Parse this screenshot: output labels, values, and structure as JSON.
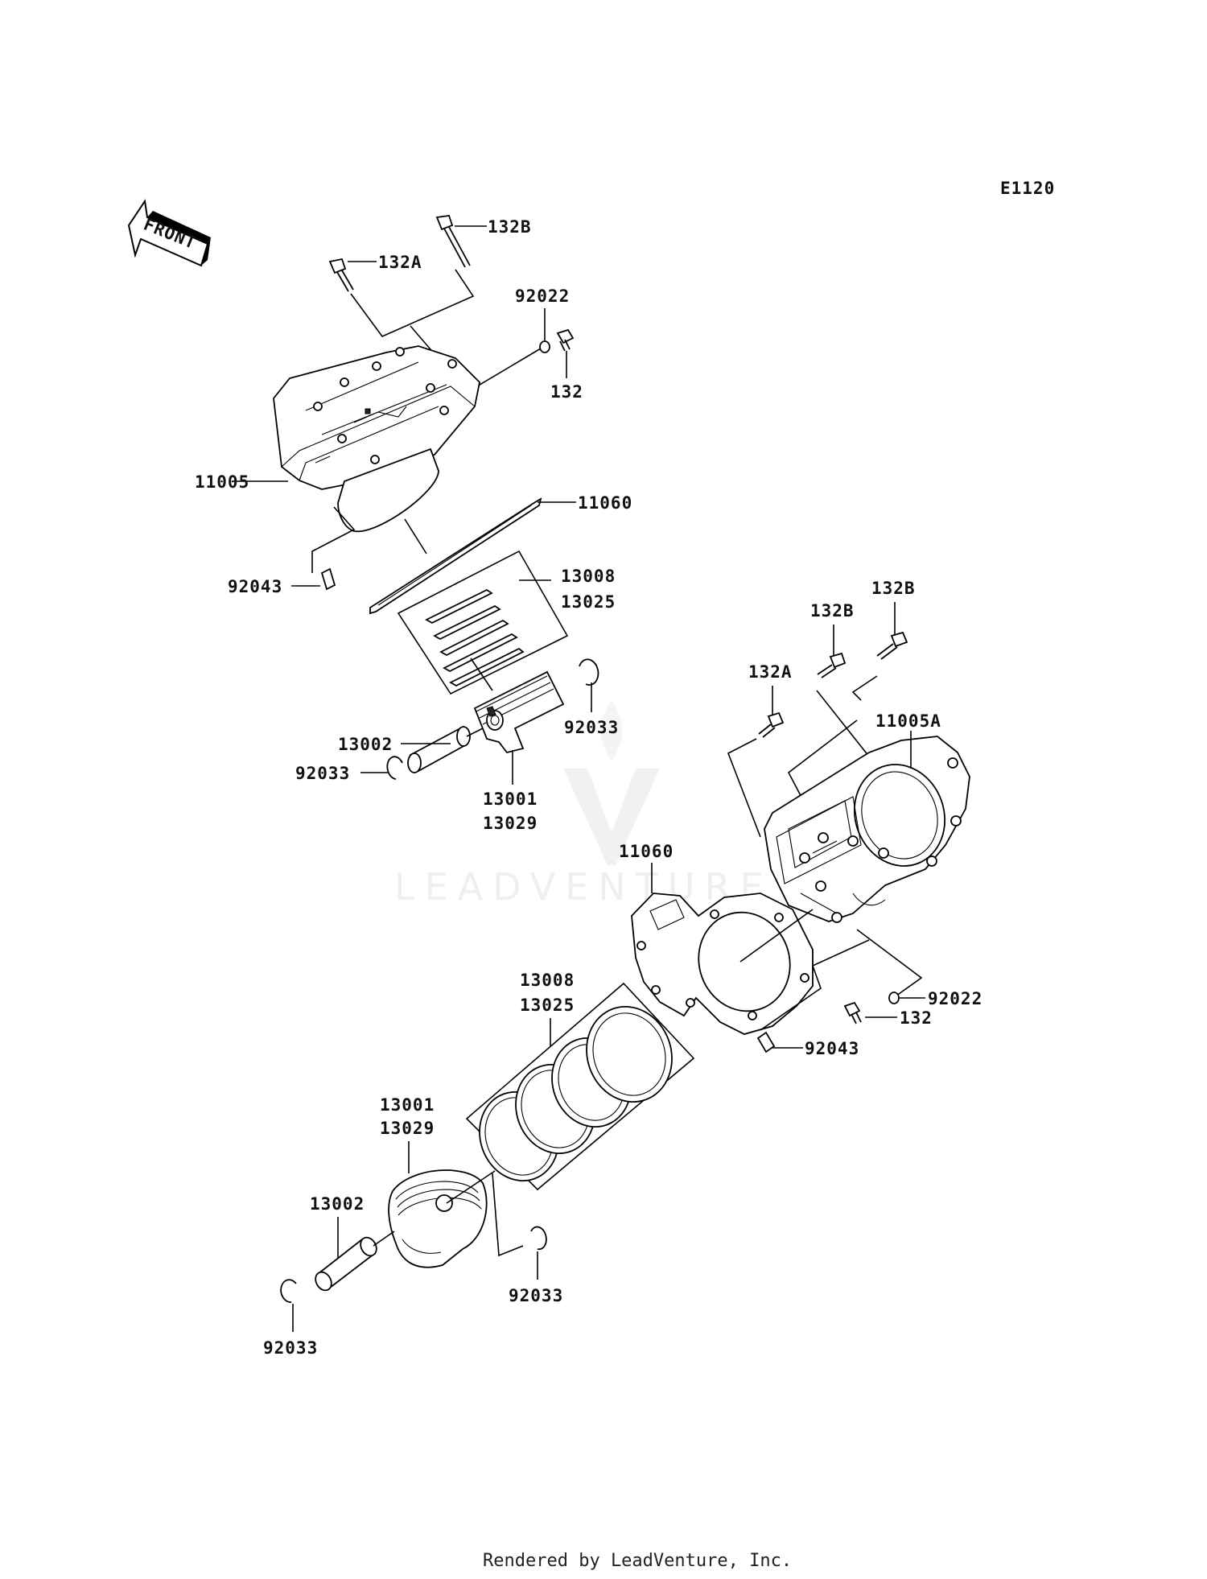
{
  "diagram": {
    "code": "E1120",
    "front_label": "FRONT",
    "watermark": "LEADVENTURE",
    "footer": "Rendered by LeadVenture, Inc.",
    "labels": {
      "upper_132B": "132B",
      "upper_132A": "132A",
      "upper_92022": "92022",
      "upper_132": "132",
      "upper_11005": "11005",
      "upper_11060": "11060",
      "upper_92043": "92043",
      "upper_13008": "13008",
      "upper_13025": "13025",
      "upper_92033_right": "92033",
      "upper_13002": "13002",
      "upper_92033_left": "92033",
      "upper_13001": "13001",
      "upper_13029": "13029",
      "lower_132B_right": "132B",
      "lower_132B_left": "132B",
      "lower_132A": "132A",
      "lower_11005A": "11005A",
      "lower_11060": "11060",
      "lower_92022": "92022",
      "lower_132": "132",
      "lower_92043": "92043",
      "lower_13008": "13008",
      "lower_13025": "13025",
      "lower_13001": "13001",
      "lower_13029": "13029",
      "lower_13002": "13002",
      "lower_92033_right": "92033",
      "lower_92033_left": "92033"
    }
  }
}
